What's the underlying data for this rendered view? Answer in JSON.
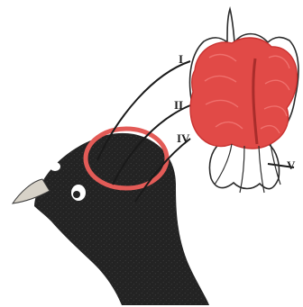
{
  "labels": {
    "I": "I",
    "II": "II",
    "IV": "IV",
    "V": "V"
  },
  "colors": {
    "background": "#ffffff",
    "bird": "#232323",
    "bird_texture": "#3a3a3a",
    "beak": "#d7d2c8",
    "eye_white": "#ffffff",
    "brain_red": "#e14a47",
    "brain_red_dark": "#c93432",
    "brain_outline": "#2b2b2b",
    "leader_lines": "#1a1a1a",
    "head_circle": "#e35b57"
  },
  "icons": {
    "bird": "bird-head-silhouette-icon",
    "brain": "brain-dorsal-view-icon",
    "circle": "location-circle-icon"
  }
}
